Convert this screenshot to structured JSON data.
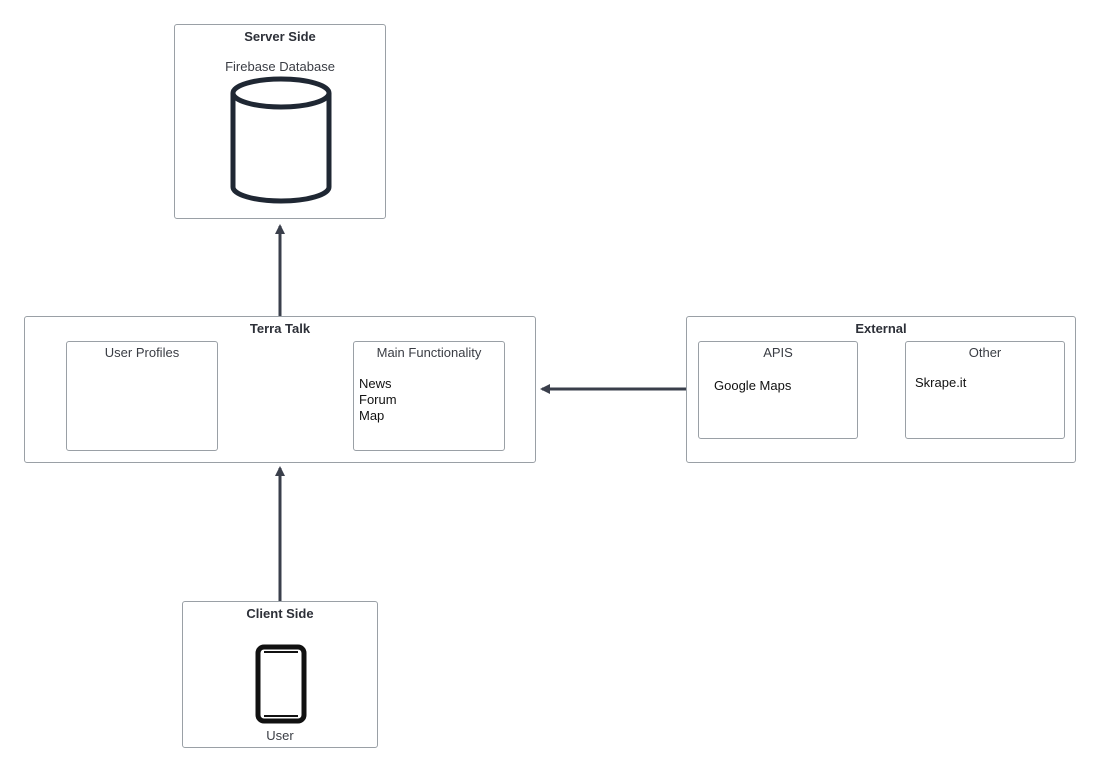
{
  "server": {
    "title": "Server Side",
    "database_label": "Firebase Database",
    "icon": "database-icon"
  },
  "terra": {
    "title": "Terra Talk",
    "user_profiles": {
      "label": "User Profiles"
    },
    "main_functionality": {
      "label": "Main Functionality",
      "items": [
        "News",
        "Forum",
        "Map"
      ]
    }
  },
  "external": {
    "title": "External",
    "apis": {
      "label": "APIS",
      "items": [
        "Google Maps"
      ]
    },
    "other": {
      "label": "Other",
      "items": [
        "Skrape.it"
      ]
    }
  },
  "client": {
    "title": "Client Side",
    "device_label": "User",
    "icon": "smartphone-icon"
  },
  "colors": {
    "border": "#9aa0a6",
    "arrow": "#3a3f4b",
    "icon": "#1f2733"
  }
}
